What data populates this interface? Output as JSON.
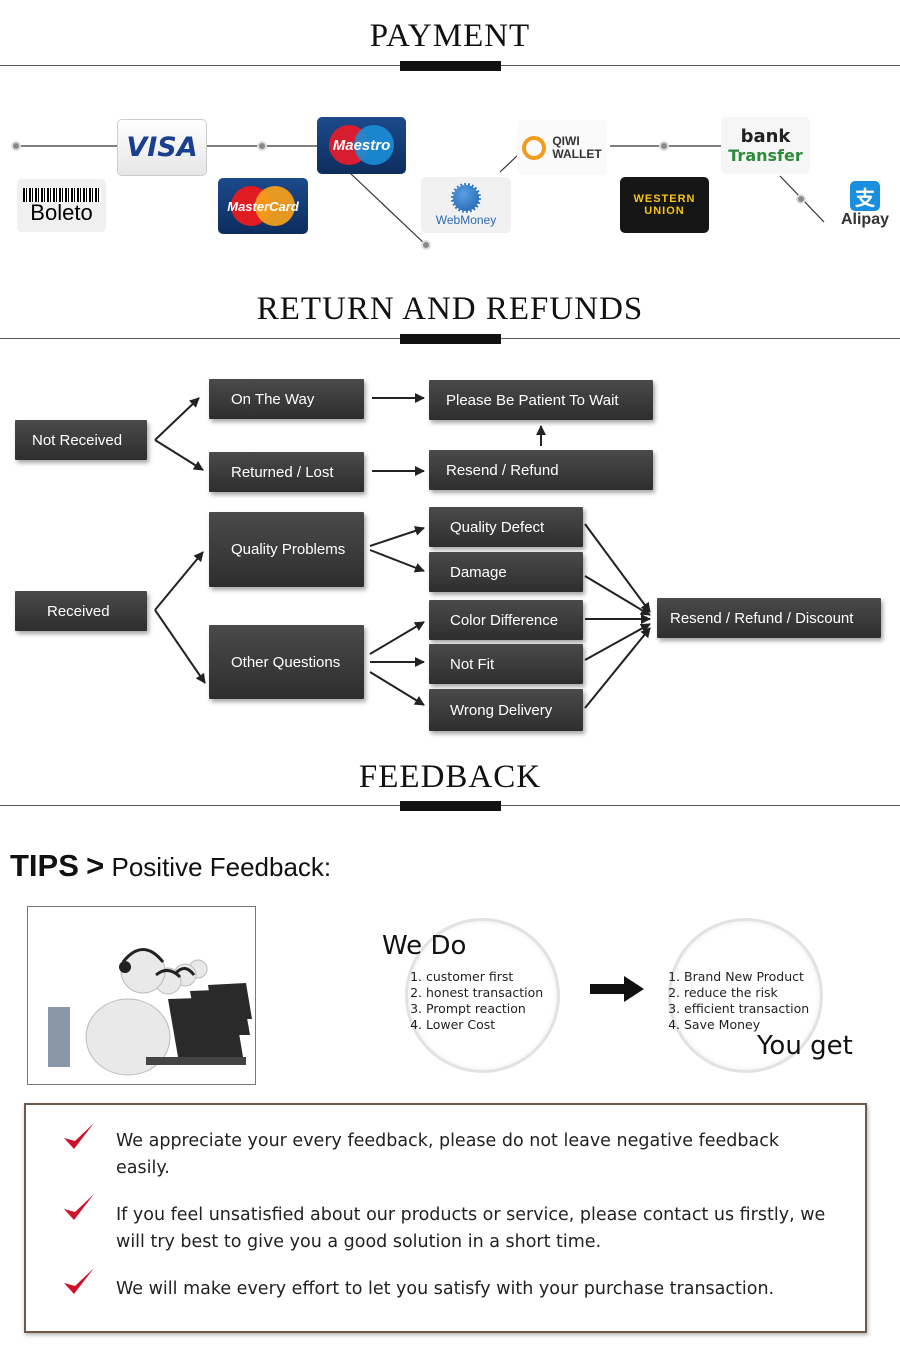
{
  "sections": {
    "payment": "PAYMENT",
    "returns": "RETURN AND REFUNDS",
    "feedback": "FEEDBACK"
  },
  "payment_logos": {
    "visa": "VISA",
    "boleto": "Boleto",
    "mastercard": "MasterCard",
    "maestro": "Maestro",
    "webmoney": "WebMoney",
    "qiwi_line1": "QIWI",
    "qiwi_line2": "WALLET",
    "western_line1": "WESTERN",
    "western_line2": "UNION",
    "bank_line1": "bank",
    "bank_line2": "Transfer",
    "alipay": "Alipay",
    "alipay_glyph": "支"
  },
  "flow": {
    "not_received": "Not Received",
    "on_the_way": "On The Way",
    "returned_lost": "Returned / Lost",
    "please_wait": "Please Be Patient To Wait",
    "resend_refund": "Resend / Refund",
    "received": "Received",
    "quality_problems": "Quality Problems",
    "other_questions": "Other Questions",
    "quality_defect": "Quality Defect",
    "damage": "Damage",
    "color_difference": "Color Difference",
    "not_fit": "Not Fit",
    "wrong_delivery": "Wrong Delivery",
    "resend_refund_discount": "Resend / Refund / Discount"
  },
  "feedback": {
    "tips": "TIPS",
    "arrow": ">",
    "subtitle": "Positive Feedback:",
    "we_do_title": "We Do",
    "we_do_items": [
      "customer first",
      "honest transaction",
      "Prompt reaction",
      "Lower Cost"
    ],
    "you_get_title": "You get",
    "you_get_items": [
      "Brand New Product",
      "reduce the risk",
      "efficient transaction",
      "Save Money"
    ],
    "notes": [
      "We appreciate your every feedback, please do not leave negative feedback easily.",
      "If you feel unsatisfied about our products or service, please contact us firstly, we will try best to give you a good solution in a short time.",
      "We will make every effort to let you satisfy with your purchase transaction."
    ]
  },
  "colors": {
    "box_dark": "#3a3a3a",
    "check_red": "#d0102a",
    "frame_brown": "#6b5a4a"
  }
}
